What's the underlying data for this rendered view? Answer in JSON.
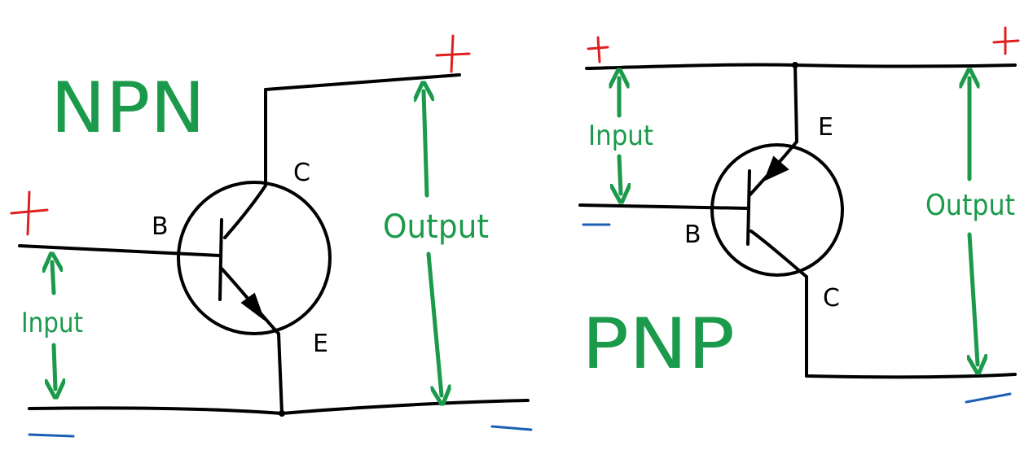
{
  "colors": {
    "wire": "#000000",
    "label_green": "#1a9a4a",
    "positive_red": "#e02020",
    "negative_blue": "#1a5fb4"
  },
  "npn": {
    "title": "NPN",
    "base_label": "B",
    "collector_label": "C",
    "emitter_label": "E",
    "input_label": "Input",
    "output_label": "Output",
    "positive_symbol": "+",
    "negative_symbol": "—"
  },
  "pnp": {
    "title": "PNP",
    "base_label": "B",
    "collector_label": "C",
    "emitter_label": "E",
    "input_label": "Input",
    "output_label": "Output",
    "positive_symbol": "+",
    "negative_symbol": "—"
  }
}
